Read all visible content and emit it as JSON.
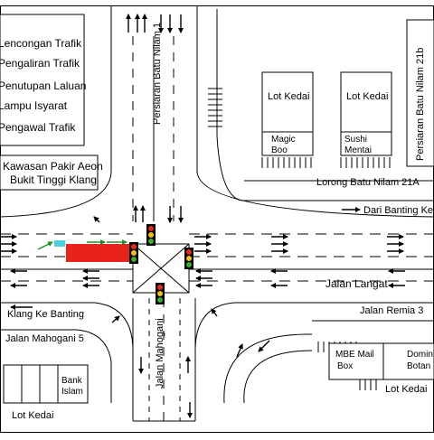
{
  "legend": {
    "items": [
      "Lencongan Trafik",
      "Pengaliran Trafik",
      "Penutupan Laluan",
      "Lampu Isyarat",
      "Pengawal Trafik"
    ],
    "area_title": "Kawasan Pakir Aeon Bukit Tinggi Klang",
    "area_line1": "Kawasan Pakir Aeon",
    "area_line2": "Bukit Tinggi Klang"
  },
  "roads": {
    "north": "Persiaran Batu Nilam 1",
    "east_street": "Persiaran Batu Nilam 21b",
    "lorong": "Lorong Batu Nilam 21A",
    "main": "Jalan Langat",
    "south": "Jalan Mahogani",
    "west_lower": "Jalan Mahogani 5",
    "remia": "Jalan Remia 3"
  },
  "directions": {
    "from_banting": "Dari Banting Ke",
    "to_banting": "Klang Ke Banting"
  },
  "buildings": {
    "lot1": "Lot Kedai",
    "lot2": "Lot Kedai",
    "magic_line1": "Magic",
    "magic_line2": "Boo",
    "sushi_line1": "Sushi",
    "sushi_line2": "Mentai",
    "mbe_line1": "MBE Mail",
    "mbe_line2": "Box",
    "domino_line1": "Domin",
    "domino_line2": "Botan",
    "lot_se": "Lot Kedai",
    "bank_line1": "Bank",
    "bank_line2": "Islam",
    "lot_sw": "Lot Kedai"
  },
  "colors": {
    "closure": "#e8231c",
    "diversion": "#1f8f2e",
    "light_red": "#e32b1d",
    "light_yellow": "#f2c40c",
    "light_green": "#35b12d",
    "controller": "#4fd0e0"
  }
}
